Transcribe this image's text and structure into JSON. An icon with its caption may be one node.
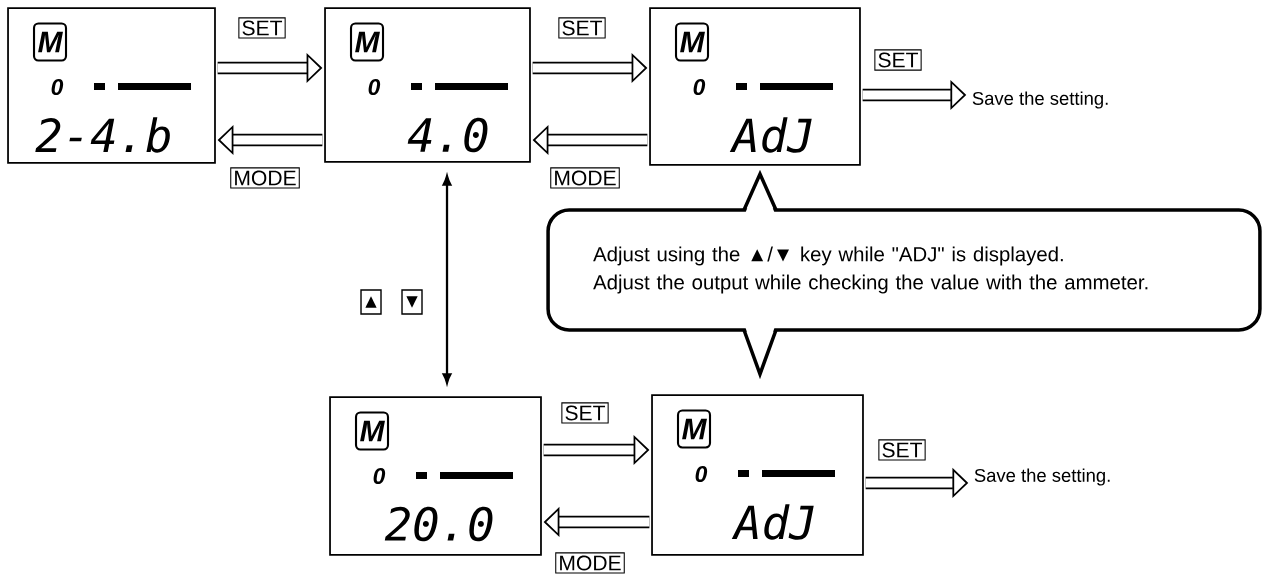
{
  "diagram": {
    "nodes": [
      {
        "text": [
          "M",
          "0",
          "2-4.b"
        ]
      },
      {
        "text": [
          "M",
          "0",
          "4.0"
        ]
      },
      {
        "text": [
          "M",
          "0",
          "AdJ"
        ]
      },
      {
        "text": [
          "Save the setting."
        ]
      },
      {
        "text": [
          "Adjust using the ▲/▼ key while \"ADJ\" is displayed.",
          "Adjust the output while checking the value with the ammeter."
        ]
      },
      {
        "text": [
          "M",
          "0",
          "20.0"
        ]
      },
      {
        "text": [
          "M",
          "0",
          "AdJ"
        ]
      },
      {
        "text": [
          "Save the setting."
        ]
      }
    ],
    "edges": [
      {
        "from": 0,
        "to": 1,
        "arrow": "to",
        "label": "SET"
      },
      {
        "from": 1,
        "to": 0,
        "arrow": "to",
        "label": "MODE"
      },
      {
        "from": 1,
        "to": 2,
        "arrow": "to",
        "label": "SET"
      },
      {
        "from": 2,
        "to": 1,
        "arrow": "to",
        "label": "MODE"
      },
      {
        "from": 2,
        "to": 3,
        "arrow": "to",
        "label": "SET"
      },
      {
        "from": 1,
        "to": 5,
        "arrow": "both"
      },
      {
        "from": 5,
        "to": 6,
        "arrow": "to",
        "label": "SET"
      },
      {
        "from": 6,
        "to": 5,
        "arrow": "to",
        "label": "MODE"
      },
      {
        "from": 6,
        "to": 7,
        "arrow": "to",
        "label": "SET"
      }
    ],
    "labels": [
      "▲",
      "▼"
    ]
  }
}
